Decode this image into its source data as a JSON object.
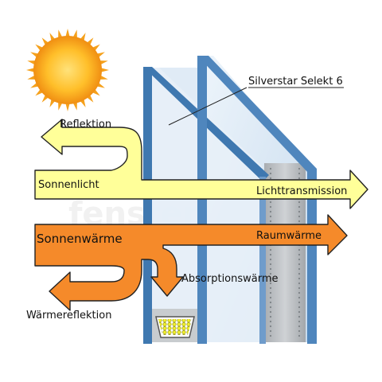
{
  "colors": {
    "sun": "#f5a11c",
    "sun_core": "#ffd24a",
    "light_arrow": "#ffff99",
    "heat_arrow": "#f58a2a",
    "glass_frame": "#3f78b0",
    "glass_fill": "#d9e8f5",
    "spacer": "#b5b9bc",
    "desiccant": "#ecec2a"
  },
  "icons": [
    "sun-icon"
  ],
  "labels": {
    "glass_product": "Silverstar Selekt 6",
    "reflection": "Reflektion",
    "sunlight": "Sonnenlicht",
    "light_transmission": "Lichttransmission",
    "solar_heat": "Sonnenwärme",
    "room_heat": "Raumwärme",
    "absorption_heat": "Absorptionswärme",
    "heat_reflection": "Wärmereflektion"
  },
  "watermark": {
    "text": "fensterblick"
  }
}
